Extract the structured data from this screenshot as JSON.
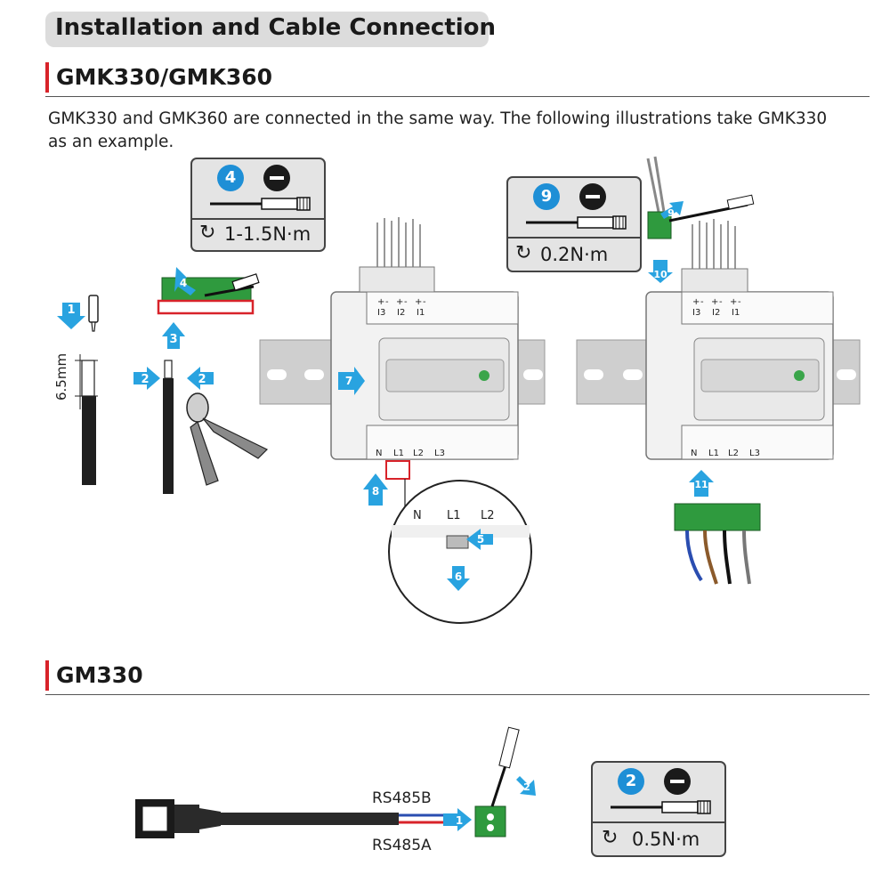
{
  "header": {
    "title": "Installation and Cable Connection"
  },
  "section1": {
    "title": "GMK330/GMK360",
    "intro": "GMK330 and GMK360 are connected in the same way. The following illustrations take GMK330 as an example."
  },
  "section2": {
    "title": "GM330"
  },
  "torque_boxes": [
    {
      "step": "4",
      "torque": "1-1.5N·m"
    },
    {
      "step": "9",
      "torque": "0.2N·m"
    },
    {
      "step": "2",
      "torque": "0.5N·m"
    }
  ],
  "steps": [
    "1",
    "2",
    "3",
    "4",
    "5",
    "6",
    "7",
    "8",
    "9",
    "10",
    "11",
    "1",
    "2"
  ],
  "measure": {
    "strip_length": "6.5mm"
  },
  "meter_labels": {
    "ct_terminals": [
      "+",
      "-",
      "+",
      "-",
      "+",
      "-"
    ],
    "ct_names": [
      "I3",
      "I2",
      "I1"
    ],
    "phase_terminals": [
      "N",
      "L1",
      "L2",
      "L3"
    ]
  },
  "cable": {
    "wire_b": "RS485B",
    "wire_a": "RS485A"
  },
  "colors": {
    "accent": "#d8232a",
    "step_badge": "#1e8fd6",
    "terminal_green": "#2f9a3e"
  }
}
